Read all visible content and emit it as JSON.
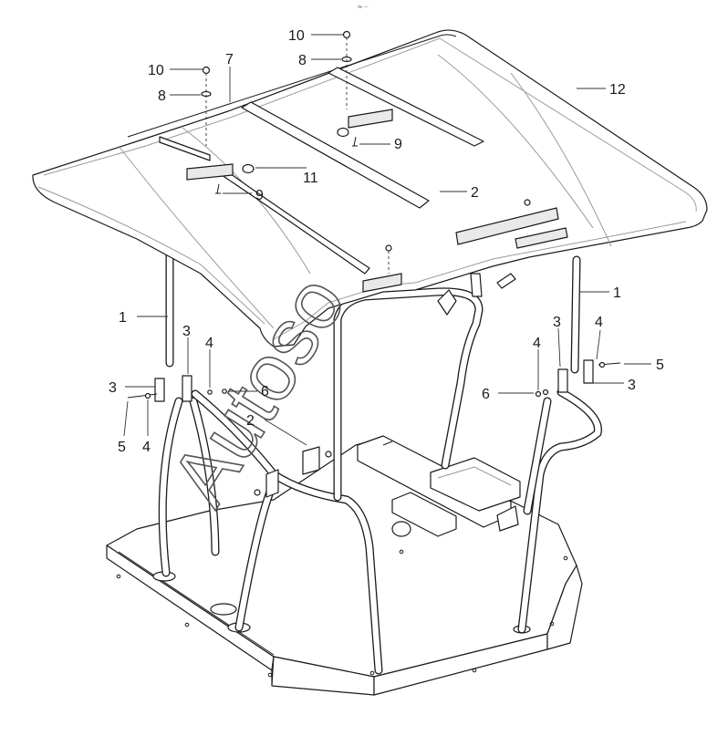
{
  "watermark": {
    "text": "Autoso",
    "top_mark": "№ —"
  },
  "callouts": [
    {
      "id": "c10a",
      "label": "10"
    },
    {
      "id": "c8a",
      "label": "8"
    },
    {
      "id": "c10b",
      "label": "10"
    },
    {
      "id": "c8b",
      "label": "8"
    },
    {
      "id": "c7",
      "label": "7"
    },
    {
      "id": "c12",
      "label": "12"
    },
    {
      "id": "c9a",
      "label": "9"
    },
    {
      "id": "c11",
      "label": "11"
    },
    {
      "id": "c9b",
      "label": "9"
    },
    {
      "id": "c2a",
      "label": "2"
    },
    {
      "id": "c1a",
      "label": "1"
    },
    {
      "id": "c1b",
      "label": "1"
    },
    {
      "id": "c3a",
      "label": "3"
    },
    {
      "id": "c4a",
      "label": "4"
    },
    {
      "id": "c3b",
      "label": "3"
    },
    {
      "id": "c6a",
      "label": "6"
    },
    {
      "id": "c5a",
      "label": "5"
    },
    {
      "id": "c4b",
      "label": "4"
    },
    {
      "id": "c2b",
      "label": "2"
    },
    {
      "id": "c3c",
      "label": "3"
    },
    {
      "id": "c4c",
      "label": "4"
    },
    {
      "id": "c4d",
      "label": "4"
    },
    {
      "id": "c5b",
      "label": "5"
    },
    {
      "id": "c6b",
      "label": "6"
    },
    {
      "id": "c3d",
      "label": "3"
    }
  ]
}
